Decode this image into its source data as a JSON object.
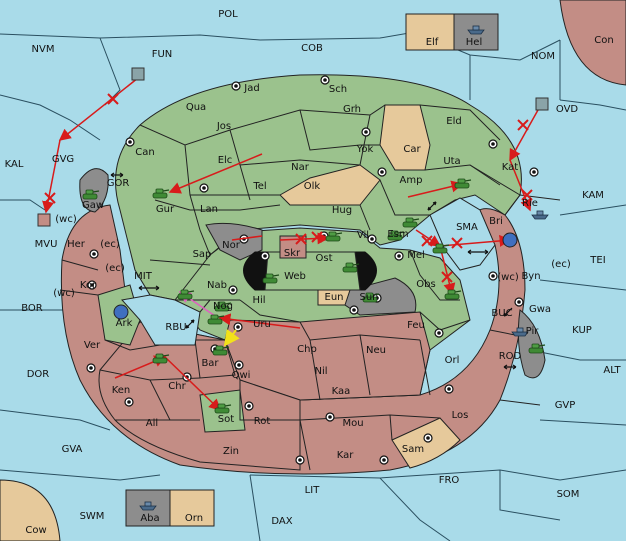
{
  "map": {
    "regions": [
      {
        "id": "pol",
        "label": "POL"
      },
      {
        "id": "cob",
        "label": "COB"
      },
      {
        "id": "nvm",
        "label": "NVM"
      },
      {
        "id": "fun",
        "label": "FUN"
      },
      {
        "id": "nom",
        "label": "NOM"
      },
      {
        "id": "con",
        "label": "Con"
      },
      {
        "id": "elf",
        "label": "Elf"
      },
      {
        "id": "hel",
        "label": "Hel"
      },
      {
        "id": "ovd",
        "label": "OVD"
      },
      {
        "id": "kal",
        "label": "KAL"
      },
      {
        "id": "gvg",
        "label": "GVG"
      },
      {
        "id": "kam",
        "label": "KAM"
      },
      {
        "id": "gor",
        "label": "GOR"
      },
      {
        "id": "gaw",
        "label": "Gaw"
      },
      {
        "id": "mvu",
        "label": "MVU"
      },
      {
        "id": "wc1",
        "label": "(wc)"
      },
      {
        "id": "her",
        "label": "Her"
      },
      {
        "id": "ec1",
        "label": "(ec)"
      },
      {
        "id": "jad",
        "label": "Jad"
      },
      {
        "id": "sch",
        "label": "Sch"
      },
      {
        "id": "qua",
        "label": "Qua"
      },
      {
        "id": "grh",
        "label": "Grh"
      },
      {
        "id": "jos",
        "label": "Jos"
      },
      {
        "id": "eld",
        "label": "Eld"
      },
      {
        "id": "can",
        "label": "Can"
      },
      {
        "id": "yok",
        "label": "Yok"
      },
      {
        "id": "car",
        "label": "Car"
      },
      {
        "id": "nar",
        "label": "Nar"
      },
      {
        "id": "elc",
        "label": "Elc"
      },
      {
        "id": "uta",
        "label": "Uta"
      },
      {
        "id": "kat",
        "label": "Kat"
      },
      {
        "id": "olk",
        "label": "Olk"
      },
      {
        "id": "tel",
        "label": "Tel"
      },
      {
        "id": "amp",
        "label": "Amp"
      },
      {
        "id": "gur",
        "label": "Gur"
      },
      {
        "id": "rie",
        "label": "Rie"
      },
      {
        "id": "lan",
        "label": "Lan"
      },
      {
        "id": "hug",
        "label": "Hug"
      },
      {
        "id": "bri",
        "label": "Bri"
      },
      {
        "id": "sma",
        "label": "SMA"
      },
      {
        "id": "esm",
        "label": "Esm"
      },
      {
        "id": "vil",
        "label": "Vil"
      },
      {
        "id": "nor",
        "label": "Nor"
      },
      {
        "id": "skr",
        "label": "Skr"
      },
      {
        "id": "sap",
        "label": "Sap"
      },
      {
        "id": "ost",
        "label": "Ost"
      },
      {
        "id": "mel",
        "label": "Mel"
      },
      {
        "id": "web",
        "label": "Web"
      },
      {
        "id": "tei",
        "label": "TEI"
      },
      {
        "id": "kor",
        "label": "Kor"
      },
      {
        "id": "ec2",
        "label": "(ec)"
      },
      {
        "id": "mit",
        "label": "MIT"
      },
      {
        "id": "wc2",
        "label": "(wc)"
      },
      {
        "id": "byn",
        "label": "Byn"
      },
      {
        "id": "ec3",
        "label": "(ec)"
      },
      {
        "id": "wc3",
        "label": "(wc)"
      },
      {
        "id": "obs",
        "label": "Obs"
      },
      {
        "id": "nab",
        "label": "Nab"
      },
      {
        "id": "eun",
        "label": "Eun"
      },
      {
        "id": "sun",
        "label": "Sun"
      },
      {
        "id": "bor",
        "label": "BOR"
      },
      {
        "id": "hil",
        "label": "Hil"
      },
      {
        "id": "nog",
        "label": "Nog"
      },
      {
        "id": "ark",
        "label": "Ark"
      },
      {
        "id": "gwa",
        "label": "Gwa"
      },
      {
        "id": "feu",
        "label": "Feu"
      },
      {
        "id": "buc",
        "label": "BUC"
      },
      {
        "id": "kup",
        "label": "KUP"
      },
      {
        "id": "rbu",
        "label": "RBU"
      },
      {
        "id": "uru",
        "label": "Uru"
      },
      {
        "id": "pir",
        "label": "Pir"
      },
      {
        "id": "ver",
        "label": "Ver"
      },
      {
        "id": "chp",
        "label": "Chp"
      },
      {
        "id": "neu",
        "label": "Neu"
      },
      {
        "id": "orl",
        "label": "Orl"
      },
      {
        "id": "bar",
        "label": "Bar"
      },
      {
        "id": "rod",
        "label": "ROD"
      },
      {
        "id": "nil",
        "label": "Nil"
      },
      {
        "id": "qwi",
        "label": "Qwi"
      },
      {
        "id": "alt",
        "label": "ALT"
      },
      {
        "id": "dor",
        "label": "DOR"
      },
      {
        "id": "chr",
        "label": "Chr"
      },
      {
        "id": "ken",
        "label": "Ken"
      },
      {
        "id": "kaa",
        "label": "Kaa"
      },
      {
        "id": "gvp",
        "label": "GVP"
      },
      {
        "id": "rot",
        "label": "Rot"
      },
      {
        "id": "sot",
        "label": "Sot"
      },
      {
        "id": "los",
        "label": "Los"
      },
      {
        "id": "ail",
        "label": "Ail"
      },
      {
        "id": "mou",
        "label": "Mou"
      },
      {
        "id": "gva",
        "label": "GVA"
      },
      {
        "id": "sam",
        "label": "Sam"
      },
      {
        "id": "zin",
        "label": "Zin"
      },
      {
        "id": "kar",
        "label": "Kar"
      },
      {
        "id": "fro",
        "label": "FRO"
      },
      {
        "id": "lit",
        "label": "LIT"
      },
      {
        "id": "som",
        "label": "SOM"
      },
      {
        "id": "aba",
        "label": "Aba"
      },
      {
        "id": "orn",
        "label": "Orn"
      },
      {
        "id": "swm",
        "label": "SWM"
      },
      {
        "id": "dax",
        "label": "DAX"
      },
      {
        "id": "cow",
        "label": "Cow"
      }
    ]
  },
  "colors": {
    "sea": "#a9dbe9",
    "power_green": "#9bc28d",
    "power_red": "#c38d85",
    "neutral_tan": "#e6c99b",
    "impassable_gray": "#8d8d8d",
    "order_line": "#d81b1b",
    "support_line": "#e060c0",
    "convoy_line": "#f2e21a"
  },
  "icons": {
    "army": "tank-icon",
    "fleet": "ship-icon",
    "supply_center": "supply-center-dot",
    "failed_order": "x-mark",
    "coast_link": "double-arrow"
  }
}
